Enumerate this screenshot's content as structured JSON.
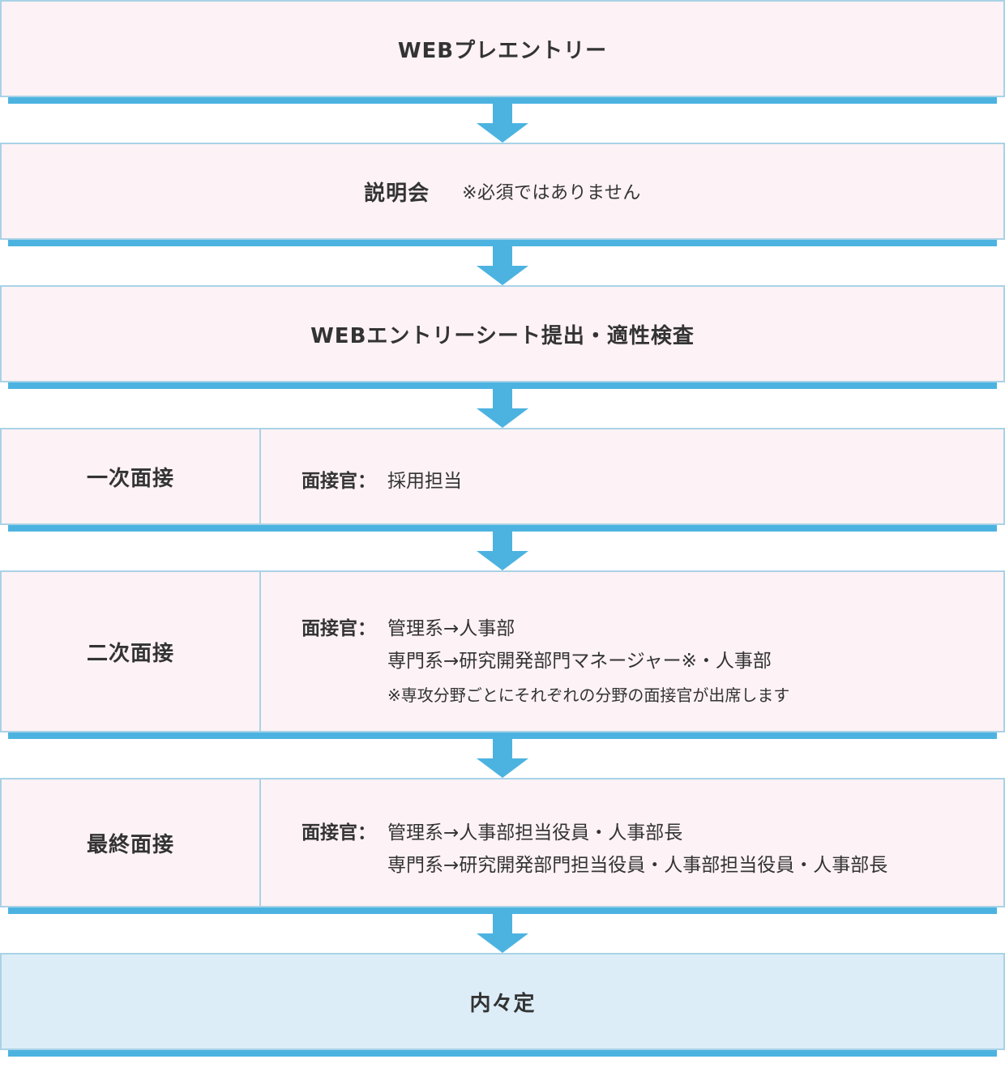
{
  "steps": {
    "pre_entry": {
      "label": "WEBプレエントリー"
    },
    "briefing": {
      "label": "説明会",
      "note": "※必須ではありません"
    },
    "entry_sheet": {
      "label": "WEBエントリーシート提出・適性検査"
    },
    "first_interview": {
      "label": "一次面接",
      "interviewer_label": "面接官：",
      "lines": [
        "採用担当"
      ]
    },
    "second_interview": {
      "label": "二次面接",
      "interviewer_label": "面接官：",
      "lines": [
        "管理系→人事部",
        "専門系→研究開発部門マネージャー※・人事部"
      ],
      "note": "※専攻分野ごとにそれぞれの分野の面接官が出席します"
    },
    "final_interview": {
      "label": "最終面接",
      "interviewer_label": "面接官：",
      "lines": [
        "管理系→人事部担当役員・人事部長",
        "専門系→研究開発部門担当役員・人事部担当役員・人事部長"
      ]
    },
    "offer": {
      "label": "内々定"
    }
  },
  "colors": {
    "box_fill": "#fdf2f5",
    "final_fill": "#dcedf8",
    "border": "#a9d2e6",
    "accent": "#4cb3e1",
    "text": "#333333"
  },
  "icons": [
    "down-arrow-icon"
  ]
}
